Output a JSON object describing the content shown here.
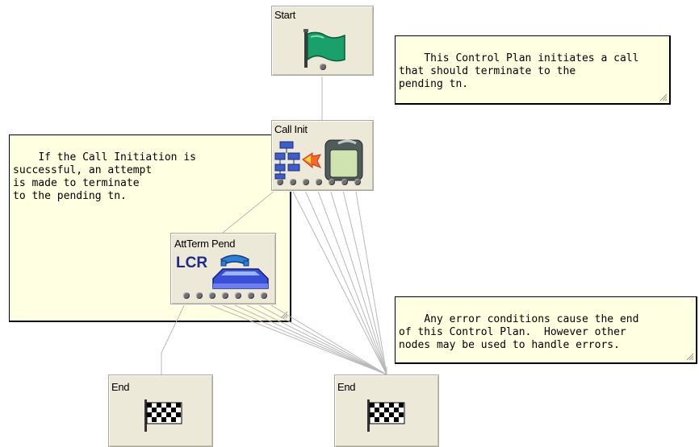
{
  "nodes": {
    "start": {
      "label": "Start",
      "icon": "green-flag-icon"
    },
    "call_init": {
      "label": "Call Init",
      "icon": "call-initiation-icon"
    },
    "attterm": {
      "label": "AttTerm Pend",
      "icon_text": "LCR",
      "icon": "phone-lcr-icon"
    },
    "end_left": {
      "label": "End",
      "icon": "checkered-flag-icon"
    },
    "end_right": {
      "label": "End",
      "icon": "checkered-flag-icon"
    }
  },
  "notes": {
    "top_right": "This Control Plan initiates a call\nthat should terminate to the\npending tn.",
    "left": "If the Call Initiation is\nsuccessful, an attempt\nis made to terminate\nto the pending tn.",
    "bottom_right": "Any error conditions cause the end\nof this Control Plan.  However other\nnodes may be used to handle errors."
  },
  "colors": {
    "note_bg": "#ffffe1",
    "node_bg": "#ece9d8",
    "link": "#b8b8b8",
    "start_flag": "#1aa06a"
  }
}
